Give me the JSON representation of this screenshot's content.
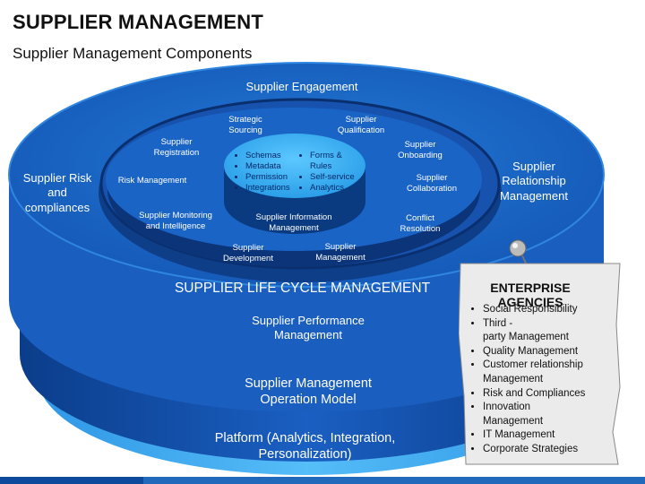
{
  "header": {
    "title": "SUPPLIER MANAGEMENT",
    "subtitle": "Supplier Management Components"
  },
  "layers": {
    "engagement": "Supplier Engagement",
    "risk": "Supplier Risk\nand\ncompliances",
    "relationship": "Supplier\nRelationship\nManagement",
    "lifecycle": "SUPPLIER LIFE CYCLE MANAGEMENT",
    "performance": "Supplier Performance\nManagement",
    "operation": "Supplier Management\nOperation Model",
    "platform": "Platform (Analytics, Integration,\nPersonalization)"
  },
  "ring_labels": {
    "strategic_sourcing": "Strategic\nSourcing",
    "qualification": "Supplier\nQualification",
    "registration": "Supplier\nRegistration",
    "onboarding": "Supplier\nOnboarding",
    "risk_management": "Risk Management",
    "collaboration": "Supplier\nCollaboration",
    "monitoring": "Supplier Monitoring\nand Intelligence",
    "conflict": "Conflict\nResolution",
    "development": "Supplier\nDevelopment",
    "management": "Supplier\nManagement",
    "information": "Supplier Information\nManagement"
  },
  "core": {
    "left": [
      "Schemas",
      "Metadata",
      "Permission",
      "Integrations"
    ],
    "right": [
      "Forms &\nRules",
      "Self-service",
      "Analytics"
    ]
  },
  "note": {
    "title": "ENTERPRISE AGENCIES",
    "items": [
      "Social Responsibility",
      "Third -\nparty Management",
      "Quality Management",
      "Customer relationship\nManagement",
      "Risk and Compliances",
      "Innovation\nManagement",
      "IT Management",
      "Corporate Strategies"
    ]
  },
  "colors": {
    "outer_top": "#1a66c8",
    "outer_side_dark": "#0e3f8c",
    "middle": "#1752b0",
    "inner": "#1a63c4",
    "core": "#2ea8ee",
    "platform": "#35a7ee",
    "note_bg": "#ebebeb"
  }
}
